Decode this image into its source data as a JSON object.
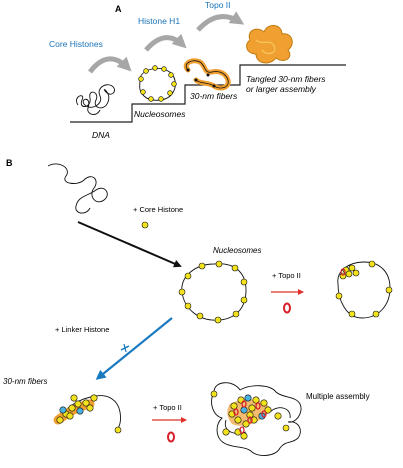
{
  "panel_a": {
    "letter": "A",
    "steps": {
      "core_histones": "Core Histones",
      "histone_h1": "Histone H1",
      "topo_ii": "Topo II"
    },
    "stages": {
      "dna": "DNA",
      "nucleosomes": "Nucleosomes",
      "fibers_30nm": "30-nm fibers",
      "tangled_line1": "Tangled 30-nm fibers",
      "tangled_line2": "or larger assembly"
    }
  },
  "panel_b": {
    "letter": "B",
    "labels": {
      "plus_core_histone": "+ Core Histone",
      "nucleosomes": "Nucleosomes",
      "plus_topo_ii_top": "+ Topo II",
      "plus_linker_histone": "+ Linker Histone",
      "fibers_30nm": "30-nm fibers",
      "plus_topo_ii_bottom": "+ Topo II",
      "multiple_assembly": "Multiple assembly"
    }
  },
  "colors": {
    "step_label_blue": "#1a73b8",
    "histone_yellow": "#f2e21b",
    "topo_red": "#d8202a",
    "linker_blue": "#1a7abf",
    "arrow_gray": "#a7a7a7",
    "fiber_orange": "#f0a030",
    "topo_arrow_red": "#e0302a"
  }
}
